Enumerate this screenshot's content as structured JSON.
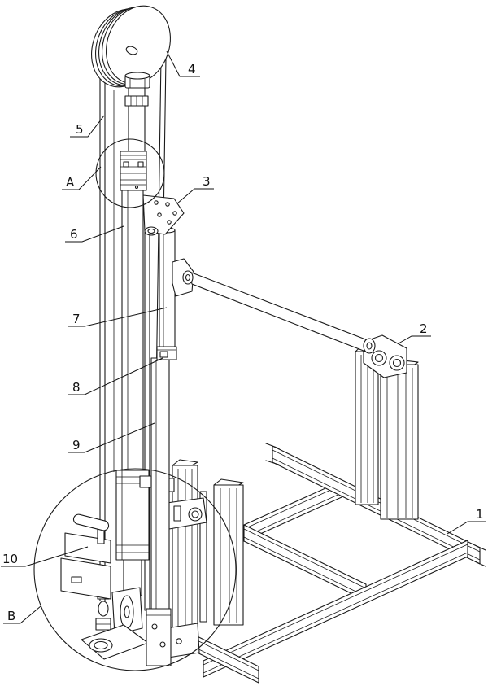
{
  "labels": {
    "part_1": "1",
    "part_2": "2",
    "part_3": "3",
    "part_4": "4",
    "part_5": "5",
    "part_6": "6",
    "part_7": "7",
    "part_8": "8",
    "part_9": "9",
    "part_10": "10",
    "detail_a": "A",
    "detail_b": "B"
  },
  "colors": {
    "line": "#1a1a1a",
    "background": "#ffffff"
  }
}
